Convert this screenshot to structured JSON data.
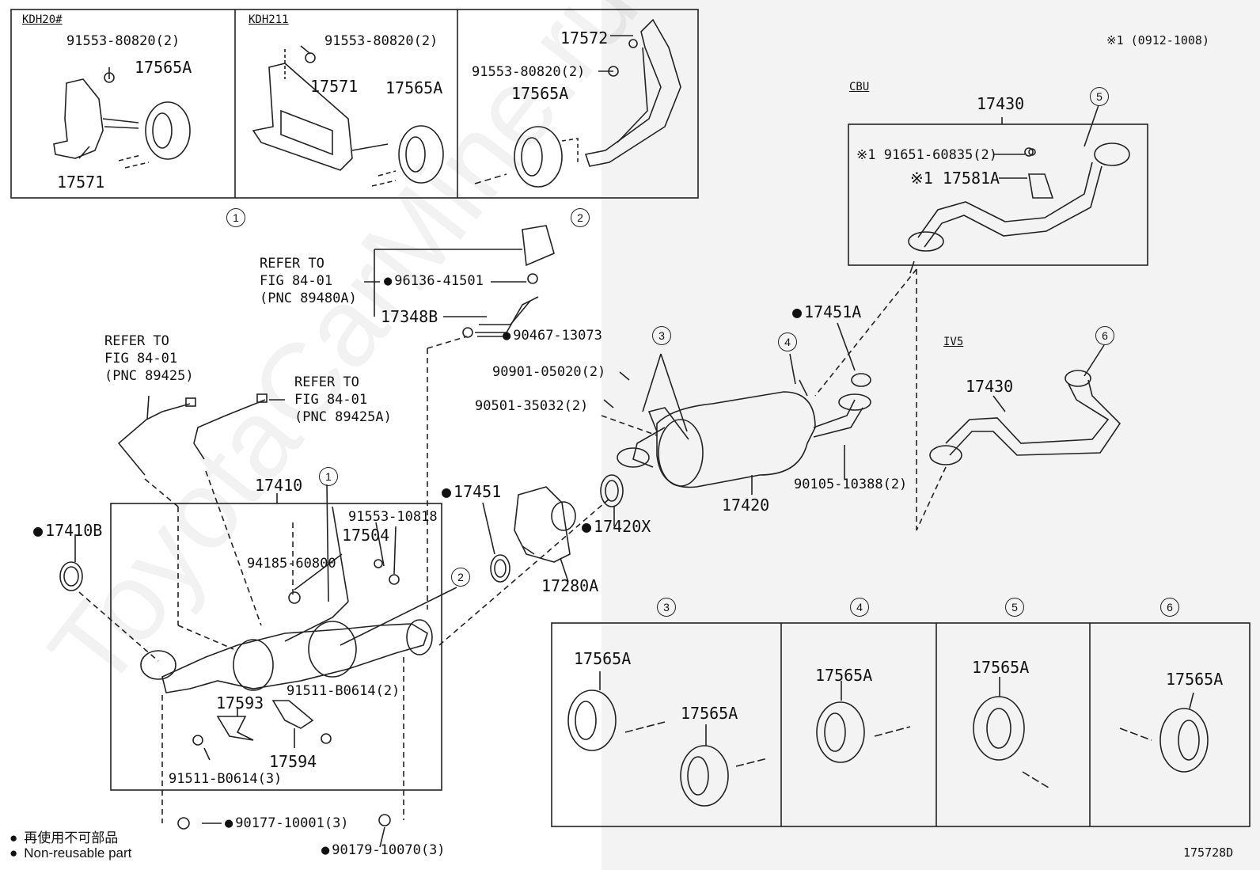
{
  "header_note": "(0912-1008)",
  "drawing_id": "175728D",
  "watermark": "ToyotaCarMine.ru",
  "legend": {
    "bullet": "●",
    "line_jp": "再使用不可部品",
    "line_en": "Non-reusable part"
  },
  "inset1": {
    "kdh20": "KDH20#",
    "kdh20_bolt": "91553-80820(2)",
    "kdh20_hanger": "17565A",
    "kdh20_bracket": "17571",
    "kdh211": "KDH211",
    "kdh211_bolt": "91553-80820(2)",
    "kdh211_bracket": "17571",
    "kdh211_hanger": "17565A",
    "circle": "1"
  },
  "inset2": {
    "bracket": "17572",
    "bolt": "91553-80820(2)",
    "hanger": "17565A",
    "circle": "2"
  },
  "cbu": {
    "header": "CBU",
    "pipe": "17430",
    "bolt": "91651-60835(2)",
    "clamp": "17581A",
    "circle": "5"
  },
  "iv5": {
    "header": "IV5",
    "pipe": "17430",
    "circle": "6"
  },
  "sensor_group": {
    "refer1": [
      "REFER TO",
      "FIG 84-01",
      "(PNC 89480A)"
    ],
    "clip": "96136-41501",
    "hose": "17348B",
    "clamp": "90467-13073"
  },
  "main": {
    "refer2": [
      "REFER TO",
      "FIG 84-01",
      "(PNC 89425)"
    ],
    "refer3": [
      "REFER TO",
      "FIG 84-01",
      "(PNC 89425A)"
    ],
    "converter": "17410",
    "gasket_front": "17410B",
    "gasket_17451": "17451",
    "bolt_91553": "91553-10818",
    "part_17504": "17504",
    "nut_94185": "94185-60800",
    "stay_17593": "17593",
    "bolt_91511a": "91511-B0614(2)",
    "insulator_17594": "17594",
    "bolt_91511b": "91511-B0614(3)",
    "nut_90177": "90177-10001(3)",
    "nut_90179": "90179-10070(3)",
    "valve_17280a": "17280A",
    "gasket_17420x": "17420X",
    "bolt_90901": "90901-05020(2)",
    "spring_90501": "90501-35032(2)",
    "muffler": "17420",
    "gasket_17451a": "17451A",
    "bolt_90105": "90105-10388(2)",
    "circle1": "1",
    "circle2": "2",
    "circle3": "3",
    "circle4": "4"
  },
  "hanger_panels": [
    {
      "circle": "3",
      "labels": [
        "17565A",
        "17565A"
      ]
    },
    {
      "circle": "4",
      "labels": [
        "17565A"
      ]
    },
    {
      "circle": "5",
      "labels": [
        "17565A"
      ]
    },
    {
      "circle": "6",
      "labels": [
        "17565A"
      ]
    }
  ]
}
